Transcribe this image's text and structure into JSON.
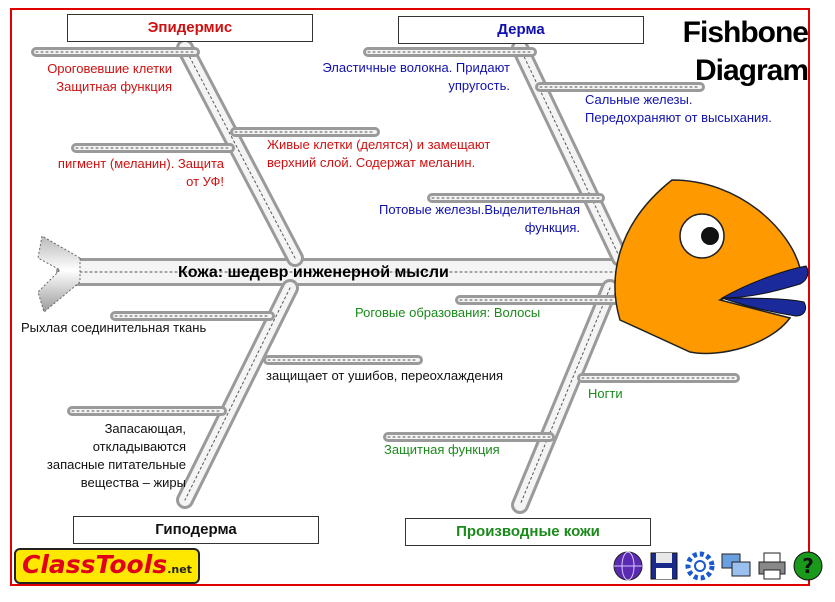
{
  "title_line1": "Fishbone",
  "title_line2": "Diagram",
  "spine_label": "Кожа: шедевр инженерной мысли",
  "categories": {
    "epidermis": "Эпидермис",
    "derma": "Дерма",
    "hypodermis": "Гиподерма",
    "derivatives": "Производные кожи"
  },
  "epidermis_causes": [
    [
      "Ороговевшие клетки",
      "Защитная функция"
    ],
    [
      "Живые клетки (делятся) и замещают",
      "верхний слой. Содержат меланин."
    ],
    [
      "пигмент (меланин). Защита",
      "от УФ!"
    ]
  ],
  "derma_causes": [
    [
      "Эластичные волокна. Придают",
      "упругость."
    ],
    [
      "Сальные железы.",
      "Передохраняют от высыхания."
    ],
    [
      "Потовые железы.Выделительная",
      "функция."
    ]
  ],
  "hypodermis_causes": [
    [
      "Рыхлая соединительная ткань"
    ],
    [
      "защищает от ушибов, переохлаждения"
    ],
    [
      "Запасающая,",
      "откладываются",
      "запасные питательные",
      "вещества – жиры"
    ]
  ],
  "derivatives_causes": [
    [
      "Роговые образования: Волосы"
    ],
    [
      "Ногти"
    ],
    [
      "Защитная функция"
    ]
  ],
  "logo": {
    "main": "ClassTools",
    "suffix": ".net"
  },
  "toolbar_icons": [
    "globe-icon",
    "save-icon",
    "settings-icon",
    "screens-icon",
    "printer-icon",
    "help-icon"
  ],
  "colors": {
    "frame": "#e00000",
    "epidermis": "#d01010",
    "derma": "#1010b0",
    "hypodermis": "#111111",
    "derivatives": "#1a8a1a",
    "fish_head": "#ff9900",
    "fish_lips": "#1a2a9a",
    "logo_bg": "#ffe800"
  }
}
